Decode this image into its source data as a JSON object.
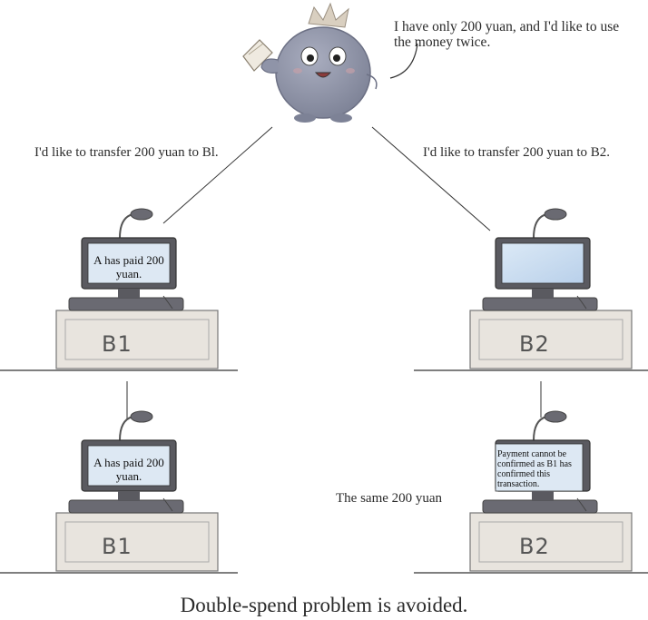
{
  "speech": "I have only 200 yuan, and I'd like to use the money twice.",
  "transfer_left": "I'd like to transfer 200 yuan to Bl.",
  "transfer_right": "I'd like to transfer 200 yuan to B2.",
  "same_money": "The same 200 yuan",
  "caption": "Double-spend problem is avoided.",
  "nodes": [
    {
      "label": "B1",
      "screen": "A has paid 200 yuan."
    },
    {
      "label": "B2",
      "screen": ""
    },
    {
      "label": "B1",
      "screen": "A has paid 200 yuan."
    },
    {
      "label": "B2",
      "screen": "Payment cannot be confirmed as B1 has confirmed this transaction."
    }
  ],
  "colors": {
    "character": "#8f94a8",
    "monitor_frame": "#5a5a60",
    "screen_blue": "#c9dcef",
    "desk": "#e8e4de"
  }
}
